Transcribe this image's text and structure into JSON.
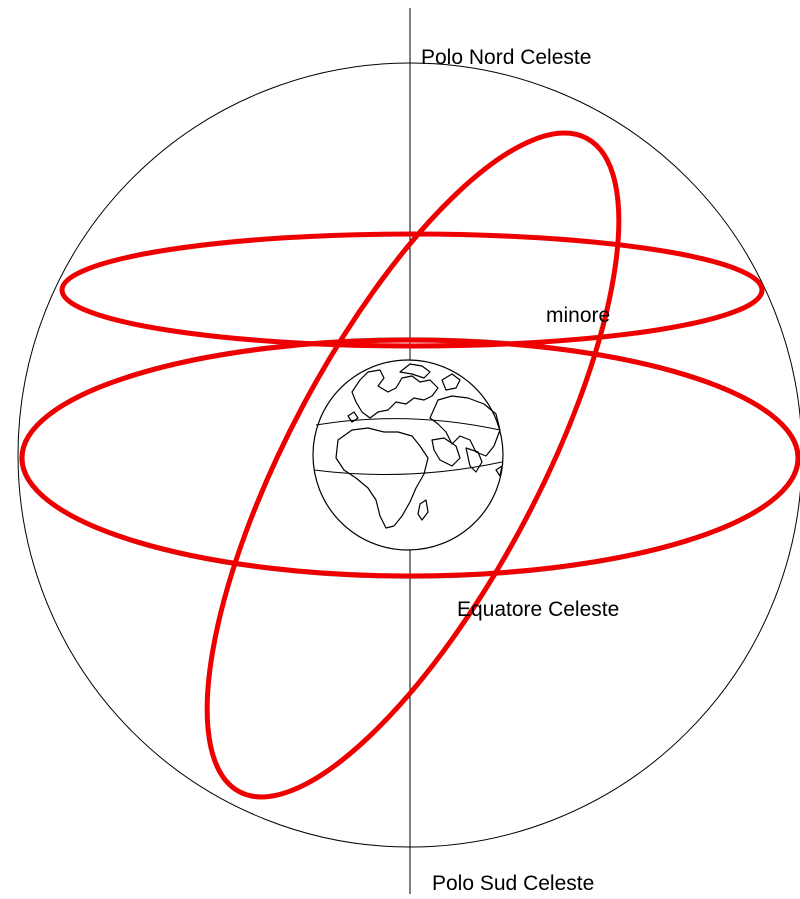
{
  "labels": {
    "north_pole": "Polo Nord Celeste",
    "small_circle": "minore",
    "equator": "Equatore Celeste",
    "south_pole": "Polo Sud Celeste"
  },
  "colors": {
    "great_circles": "#ee0000",
    "lines": "#000000",
    "background": "#ffffff"
  }
}
